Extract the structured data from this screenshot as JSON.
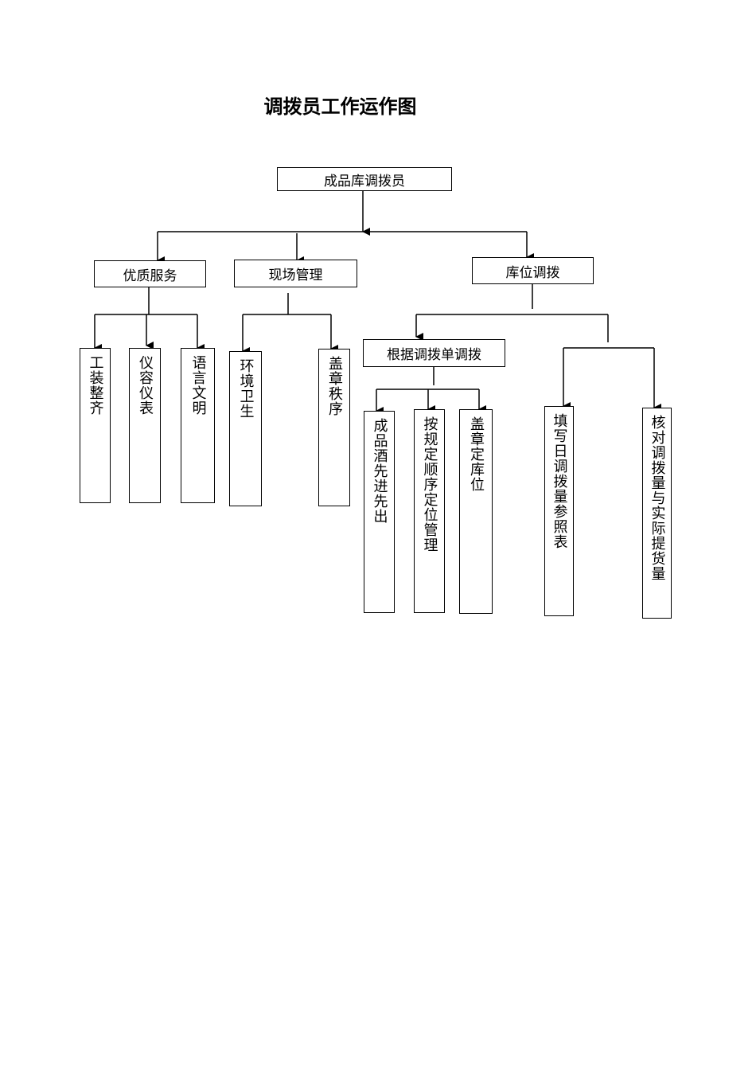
{
  "title": "调拨员工作运作图",
  "nodes": {
    "root": "成品库调拨员",
    "service": "优质服务",
    "site": "现场管理",
    "location": "库位调拨",
    "by_order": "根据调拨单调拨",
    "service_items": [
      "工装整齐",
      "仪容仪表",
      "语言文明"
    ],
    "site_items": [
      "环境卫生",
      "盖章秩序"
    ],
    "order_items": [
      "成品酒先进先出",
      "按规定顺序定位管理",
      "盖章定库位"
    ],
    "location_items": [
      "填写日调拨量参照表",
      "核对调拨量与实际提货量"
    ]
  }
}
